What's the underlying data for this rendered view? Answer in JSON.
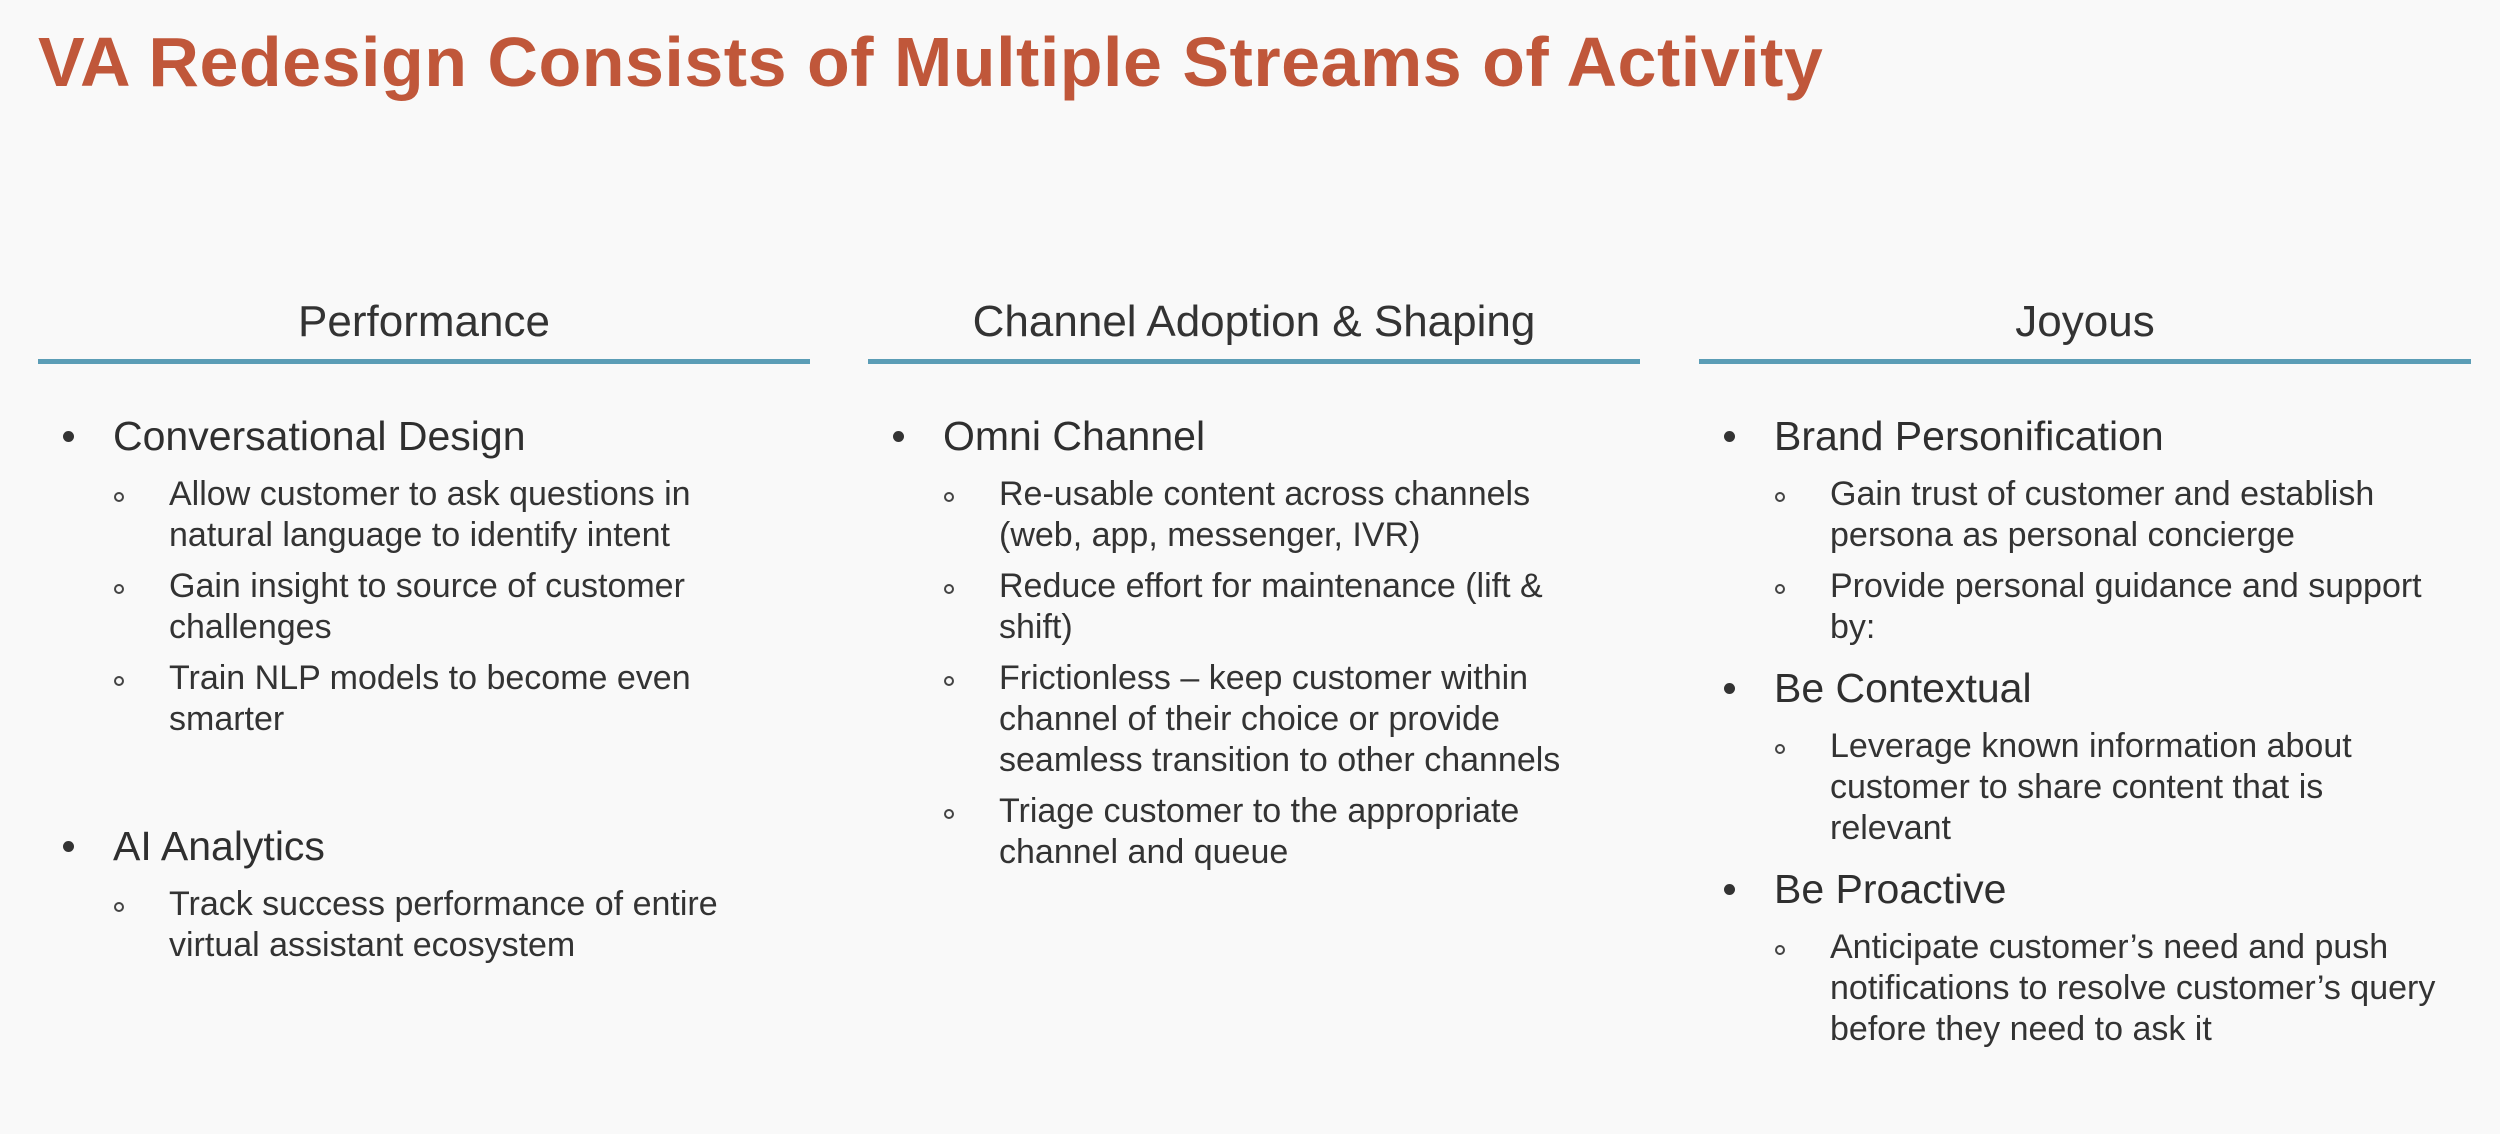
{
  "slide": {
    "title": "VA Redesign Consists of Multiple Streams of Activity",
    "colors": {
      "title": "#c0573a",
      "rule": "#5b9db6",
      "background": "#f9f9f9",
      "text": "#2f2f2f"
    }
  },
  "columns": [
    {
      "header": "Performance",
      "sections": [
        {
          "label": "Conversational Design",
          "items": [
            "Allow customer to ask questions in\nnatural language to identify intent",
            "Gain insight to source of customer\nchallenges",
            "Train NLP models to become even\nsmarter"
          ]
        },
        {
          "label": "AI Analytics",
          "items": [
            "Track success performance of entire\nvirtual assistant ecosystem"
          ]
        }
      ]
    },
    {
      "header": "Channel Adoption & Shaping",
      "sections": [
        {
          "label": "Omni Channel",
          "items": [
            "Re-usable content across channels\n(web, app, messenger, IVR)",
            "Reduce effort for maintenance (lift &\nshift)",
            "Frictionless – keep customer within\nchannel of their choice or provide\nseamless transition to other channels",
            "Triage customer to the appropriate\nchannel and queue"
          ]
        }
      ]
    },
    {
      "header": "Joyous",
      "sections": [
        {
          "label": "Brand Personification",
          "items": [
            "Gain trust of customer and establish\npersona as personal concierge",
            "Provide personal guidance and support\nby:"
          ]
        },
        {
          "label": "Be Contextual",
          "items": [
            "Leverage known information about\ncustomer to share content that is\nrelevant"
          ]
        },
        {
          "label": "Be Proactive",
          "items": [
            "Anticipate customer’s need and push\nnotifications to resolve customer’s query\nbefore they need to ask it"
          ]
        }
      ]
    }
  ]
}
